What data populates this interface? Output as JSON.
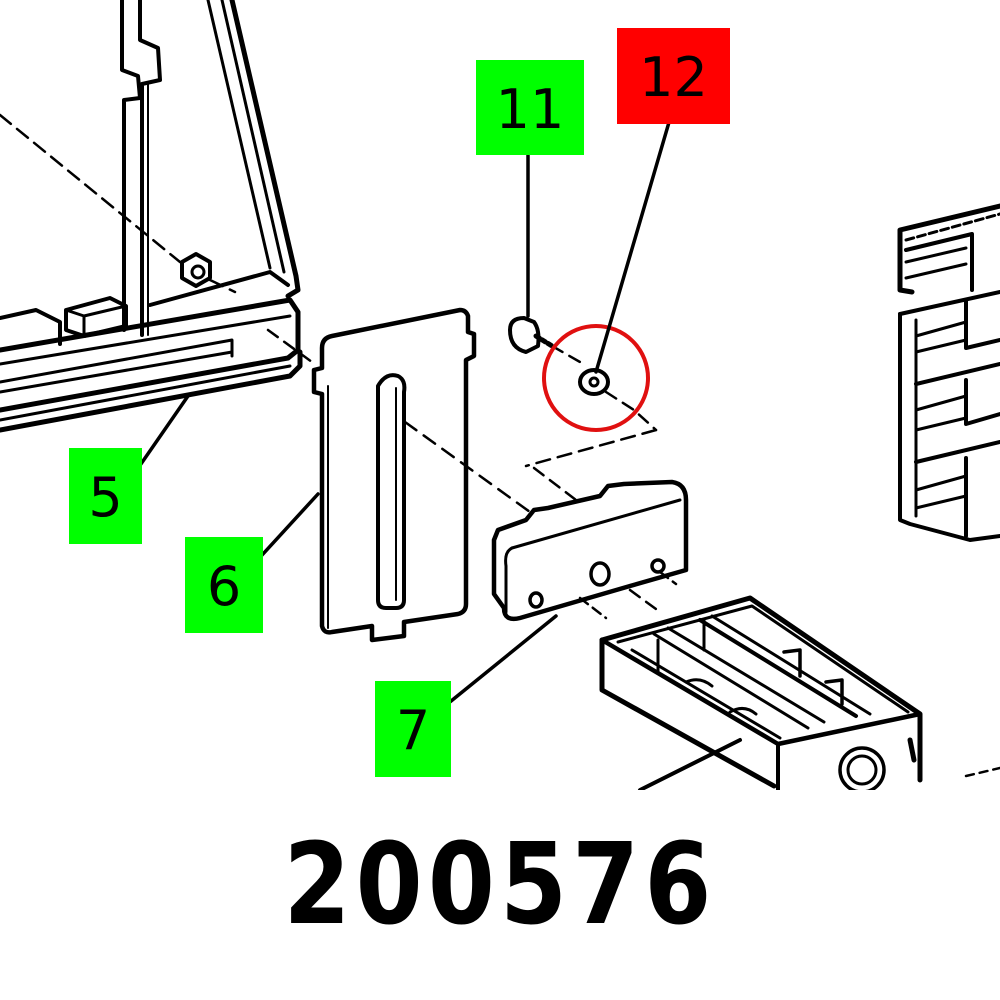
{
  "diagram": {
    "type": "exploded-parts-diagram",
    "part_number": "200576",
    "colors": {
      "label_green": "#00ff00",
      "label_red": "#ff0000",
      "highlight_circle": "#e01010",
      "line": "#000000"
    },
    "callouts": [
      {
        "id": "5",
        "text": "5",
        "color": "green",
        "part": "frame-rail"
      },
      {
        "id": "6",
        "text": "6",
        "color": "green",
        "part": "slotted-plate"
      },
      {
        "id": "7",
        "text": "7",
        "color": "green",
        "part": "clamp-block"
      },
      {
        "id": "11",
        "text": "11",
        "color": "green",
        "part": "screw"
      },
      {
        "id": "12",
        "text": "12",
        "color": "red",
        "part": "washer",
        "highlighted": true
      }
    ]
  }
}
